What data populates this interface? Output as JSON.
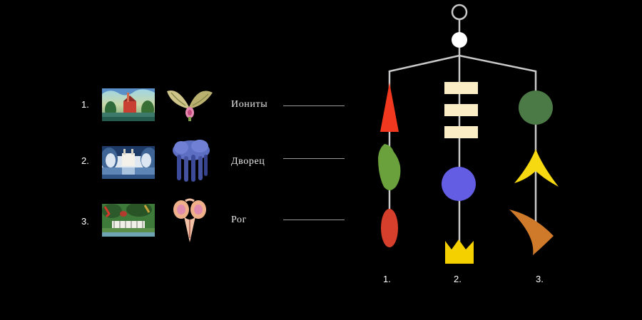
{
  "rows": [
    {
      "number": "1.",
      "label": "Иониты"
    },
    {
      "number": "2.",
      "label": "Дворец"
    },
    {
      "number": "3.",
      "label": "Рог"
    }
  ],
  "mobile": {
    "column_labels": [
      "1.",
      "2.",
      "3."
    ],
    "colors": {
      "rod": "#c8c8c8",
      "red_triangle": "#f2391f",
      "green_bean": "#6aa13d",
      "red_oval": "#d63f2b",
      "cream_bar": "#fbeec6",
      "blue_circle": "#635de3",
      "yellow_crown": "#f5d000",
      "dark_green_circle": "#4c7a46",
      "yellow_arrow": "#f6d911",
      "orange_horn": "#cf7a2a"
    }
  }
}
